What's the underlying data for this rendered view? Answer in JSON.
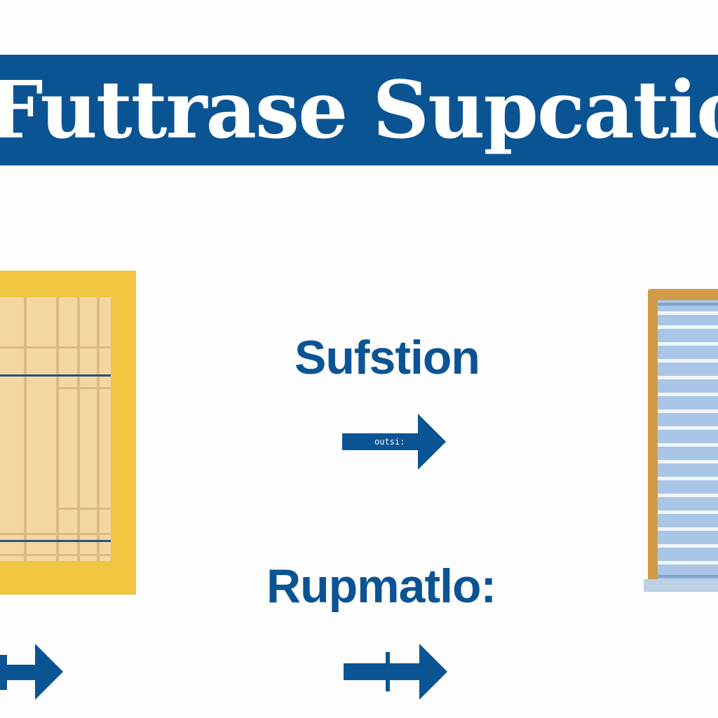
{
  "title": "Futtrase Supcatio",
  "label_top": "Sufstion",
  "label_bottom": "Rupmatlo:",
  "arrow_middle_text": "outsi:",
  "colors": {
    "banner": "#0b5494",
    "left_frame": "#f0c540",
    "left_panel": "#f3d7a3",
    "right_frame": "#d39a48",
    "right_panel": "#a9c6e6",
    "arrow": "#0b5494"
  },
  "icons": [
    "arrow-right-icon",
    "arrow-right-icon",
    "double-arrow-icon"
  ]
}
